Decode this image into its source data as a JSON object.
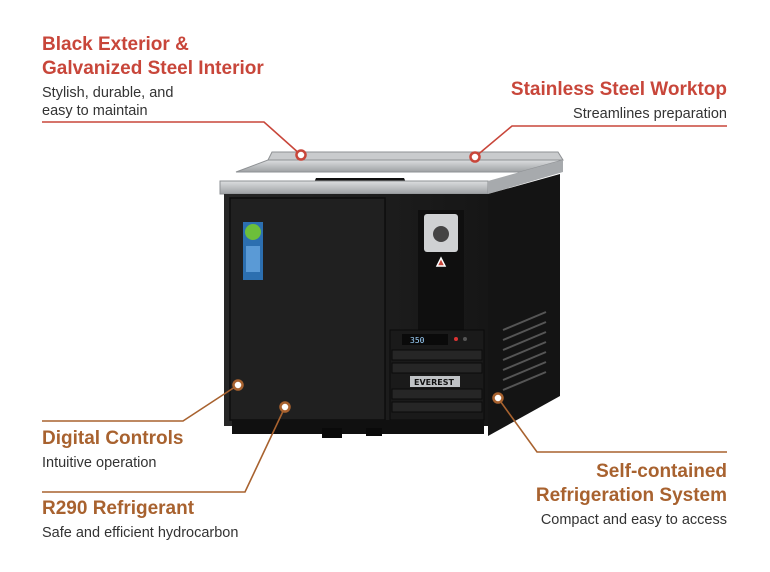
{
  "features": {
    "exterior": {
      "title": "Black Exterior &\nGalvanized Steel Interior",
      "desc": "Stylish, durable, and\neasy to maintain"
    },
    "worktop": {
      "title": "Stainless Steel Worktop",
      "desc": "Streamlines preparation"
    },
    "controls": {
      "title": "Digital Controls",
      "desc": "Intuitive operation"
    },
    "refrigerant": {
      "title": "R290 Refrigerant",
      "desc": "Safe and efficient hydrocarbon"
    },
    "system": {
      "title": "Self-contained\nRefrigeration System",
      "desc": "Compact and easy to access"
    }
  },
  "product": {
    "brand": "EVEREST",
    "display_reading": "350"
  },
  "colors": {
    "accent_red": "#c8463a",
    "accent_brown": "#a8622f",
    "cabinet": "#1c1c1c",
    "steel": "#b9bcbf"
  }
}
